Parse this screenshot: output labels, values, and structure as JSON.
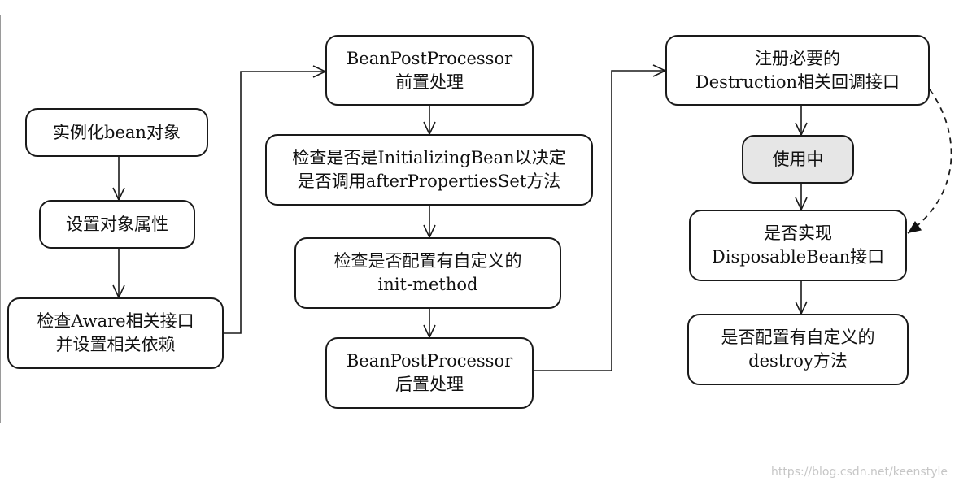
{
  "diagram": {
    "nodes": [
      {
        "id": "instantiate",
        "lines": [
          "实例化bean对象"
        ]
      },
      {
        "id": "set-properties",
        "lines": [
          "设置对象属性"
        ]
      },
      {
        "id": "aware",
        "lines": [
          "检查Aware相关接口",
          "并设置相关依赖"
        ]
      },
      {
        "id": "bpp-before",
        "lines": [
          "BeanPostProcessor",
          "前置处理"
        ]
      },
      {
        "id": "initializing-bean",
        "lines": [
          "检查是否是InitializingBean以决定",
          "是否调用afterPropertiesSet方法"
        ]
      },
      {
        "id": "init-method",
        "lines": [
          "检查是否配置有自定义的",
          "init-method"
        ]
      },
      {
        "id": "bpp-after",
        "lines": [
          "BeanPostProcessor",
          "后置处理"
        ]
      },
      {
        "id": "register-destruction",
        "lines": [
          "注册必要的",
          "Destruction相关回调接口"
        ]
      },
      {
        "id": "in-use",
        "lines": [
          "使用中"
        ]
      },
      {
        "id": "disposable-bean",
        "lines": [
          "是否实现",
          "DisposableBean接口"
        ]
      },
      {
        "id": "destroy-method",
        "lines": [
          "是否配置有自定义的",
          "destroy方法"
        ]
      }
    ],
    "edges": [
      {
        "from": "instantiate",
        "to": "set-properties",
        "style": "solid"
      },
      {
        "from": "set-properties",
        "to": "aware",
        "style": "solid"
      },
      {
        "from": "aware",
        "to": "bpp-before",
        "style": "solid"
      },
      {
        "from": "bpp-before",
        "to": "initializing-bean",
        "style": "solid"
      },
      {
        "from": "initializing-bean",
        "to": "init-method",
        "style": "solid"
      },
      {
        "from": "init-method",
        "to": "bpp-after",
        "style": "solid"
      },
      {
        "from": "bpp-after",
        "to": "register-destruction",
        "style": "solid"
      },
      {
        "from": "register-destruction",
        "to": "in-use",
        "style": "solid"
      },
      {
        "from": "in-use",
        "to": "disposable-bean",
        "style": "solid"
      },
      {
        "from": "register-destruction",
        "to": "disposable-bean",
        "style": "dashed"
      },
      {
        "from": "disposable-bean",
        "to": "destroy-method",
        "style": "solid"
      }
    ]
  },
  "watermark": "https://blog.csdn.net/keenstyle"
}
